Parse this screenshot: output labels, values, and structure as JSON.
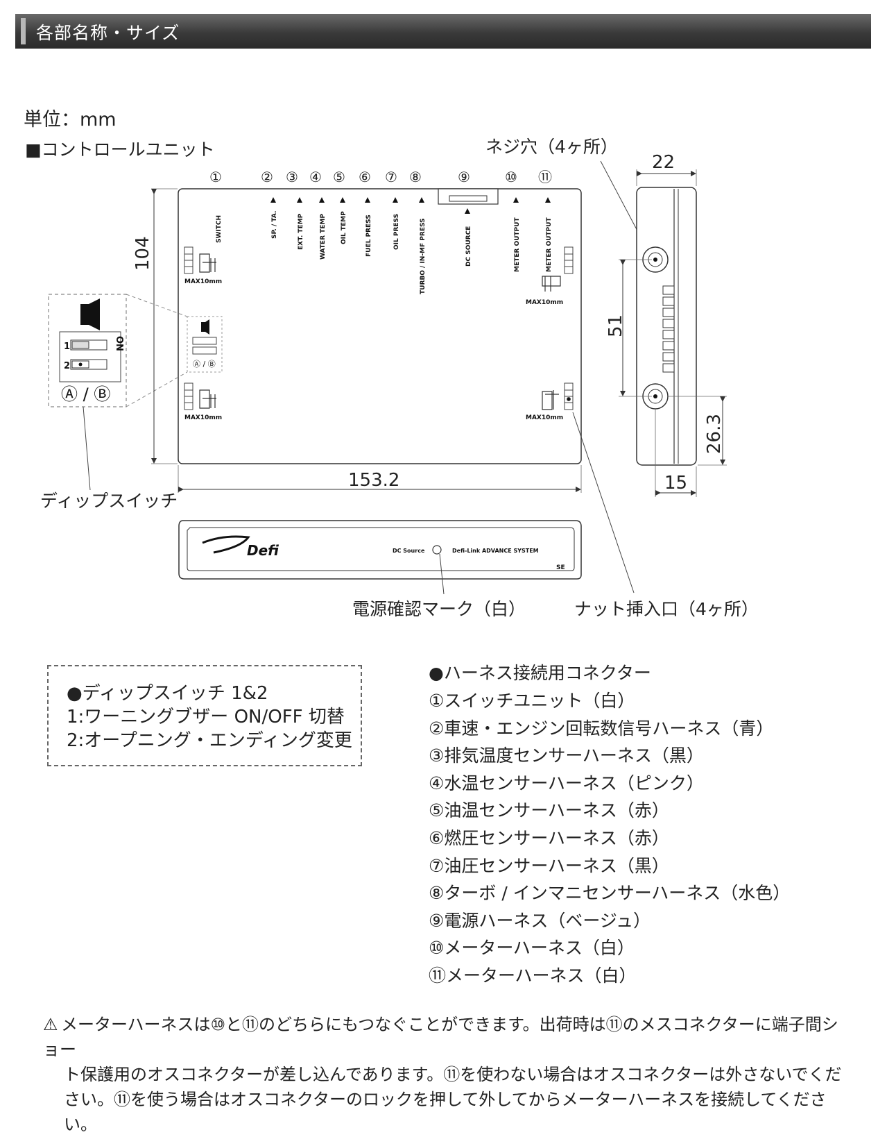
{
  "header": {
    "title": "各部名称・サイズ"
  },
  "unit_label": "単位：mm",
  "control_unit_label": "■コントロールユニット",
  "screw_hole_label": "ネジ穴（4ヶ所）",
  "dip_switch_label": "ディップスイッチ",
  "power_mark_label": "電源確認マーク（白）",
  "nut_insert_label": "ナット挿入口（4ヶ所）",
  "dimensions": {
    "height": "104",
    "width": "153.2",
    "depth": "22",
    "hole_spacing": "51",
    "hole_offset": "26.3",
    "side_offset": "15"
  },
  "connector_numbers": [
    "①",
    "②",
    "③",
    "④",
    "⑤",
    "⑥",
    "⑦",
    "⑧",
    "⑨",
    "⑩",
    "⑪"
  ],
  "connector_labels": [
    "SWITCH",
    "SP. / TA.",
    "EXT. TEMP",
    "WATER TEMP",
    "OIL TEMP",
    "FUEL PRESS",
    "OIL PRESS",
    "TURBO / IN-MF PRESS",
    "DC SOURCE",
    "METER OUTPUT",
    "METER OUTPUT"
  ],
  "max_label": "MAX10mm",
  "dip": {
    "on": "ON",
    "row1": "1",
    "row2": "2",
    "ab": "Ⓐ / Ⓑ"
  },
  "front_panel": {
    "brand": "Defi",
    "dc_source": "DC Source",
    "system": "Defi-Link ADVANCE SYSTEM",
    "badge": "SE"
  },
  "dip_box": {
    "title": "●ディップスイッチ 1&2",
    "line1": "1:ワーニングブザー ON/OFF 切替",
    "line2": "2:オープニング・エンディング変更"
  },
  "harness": {
    "title": "●ハーネス接続用コネクター",
    "items": [
      "①スイッチユニット（白）",
      "②車速・エンジン回転数信号ハーネス（青）",
      "③排気温度センサーハーネス（黒）",
      "④水温センサーハーネス（ピンク）",
      "⑤油温センサーハーネス（赤）",
      "⑥燃圧センサーハーネス（赤）",
      "⑦油圧センサーハーネス（黒）",
      "⑧ターボ / インマニセンサーハーネス（水色）",
      "⑨電源ハーネス（ベージュ）",
      "⑩メーターハーネス（白）",
      "⑪メーターハーネス（白）"
    ]
  },
  "note": {
    "line1": "メーターハーネスは⑩と⑪のどちらにもつなぐことができます。出荷時は⑪のメスコネクターに端子間ショー",
    "line2": "ト保護用のオスコネクターが差し込んであります。⑪を使わない場合はオスコネクターは外さないでくだ",
    "line3": "さい。⑪を使う場合はオスコネクターのロックを押して外してからメーターハーネスを接続してください。"
  }
}
